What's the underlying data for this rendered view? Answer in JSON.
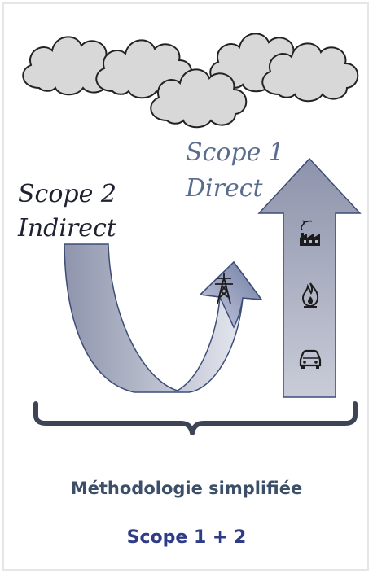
{
  "labels": {
    "scope2_line1": "Scope 2",
    "scope2_line2": "Indirect",
    "scope1_line1": "Scope 1",
    "scope1_line2": "Direct"
  },
  "caption": {
    "title": "Méthodologie simplifiée",
    "subtitle": "Scope 1 + 2"
  },
  "icons": [
    "cloud-icon",
    "power-pylon-icon",
    "factory-icon",
    "flame-icon",
    "car-icon"
  ],
  "colors": {
    "arrow_fill": "#a9afc2",
    "arrow_stroke": "#3d4d78",
    "text_dark": "#1e2230",
    "text_blue": "#5b6d8f",
    "caption_gray": "#3c4f68",
    "caption_blue": "#2e3c86",
    "brace": "#3c4455"
  }
}
